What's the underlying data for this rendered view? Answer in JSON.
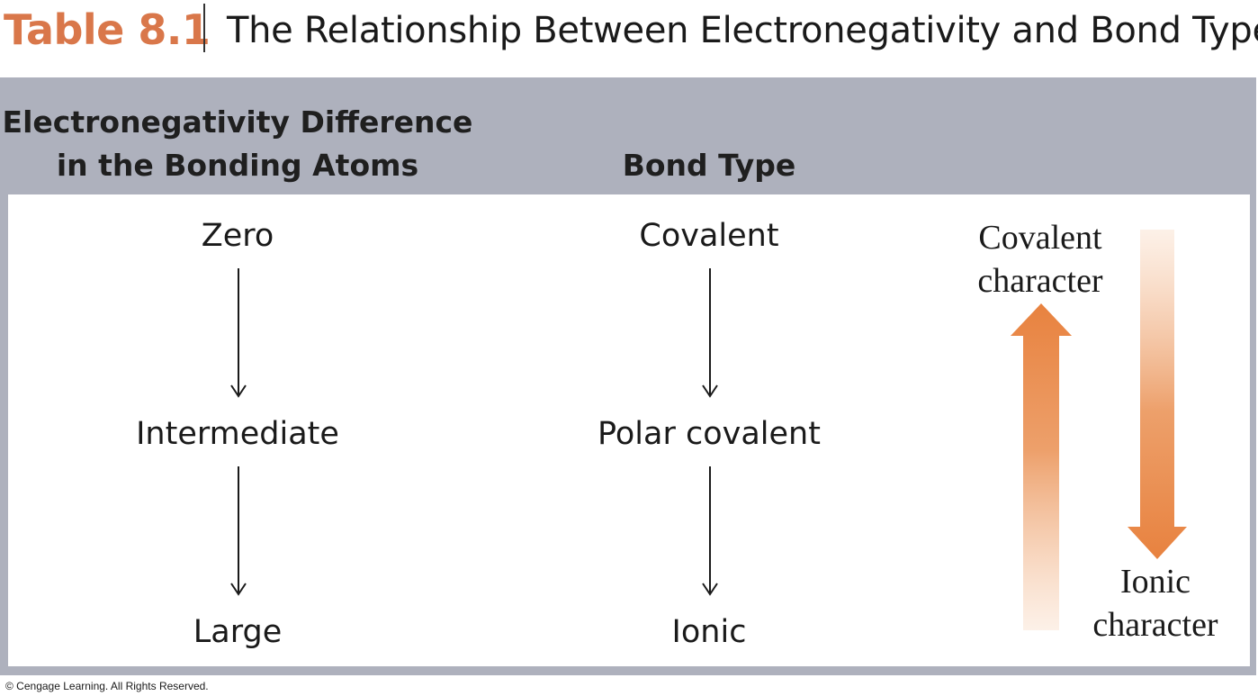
{
  "title": {
    "table_number": "Table 8.1",
    "text": "The Relationship Between Electronegativity and Bond Type"
  },
  "header": {
    "col1_line1": "Electronegativity Difference",
    "col1_line2": "in the Bonding Atoms",
    "col2": "Bond Type"
  },
  "rows": [
    {
      "difference": "Zero",
      "bond_type": "Covalent"
    },
    {
      "difference": "Intermediate",
      "bond_type": "Polar covalent"
    },
    {
      "difference": "Large",
      "bond_type": "Ionic"
    }
  ],
  "character_arrows": {
    "up_label_line1": "Covalent",
    "up_label_line2": "character",
    "down_label_line1": "Ionic",
    "down_label_line2": "character"
  },
  "colors": {
    "title_accent": "#d9774a",
    "header_band": "#aeb1bd",
    "arrow_orange": "#e8823f"
  },
  "footer": "© Cengage Learning. All Rights Reserved."
}
